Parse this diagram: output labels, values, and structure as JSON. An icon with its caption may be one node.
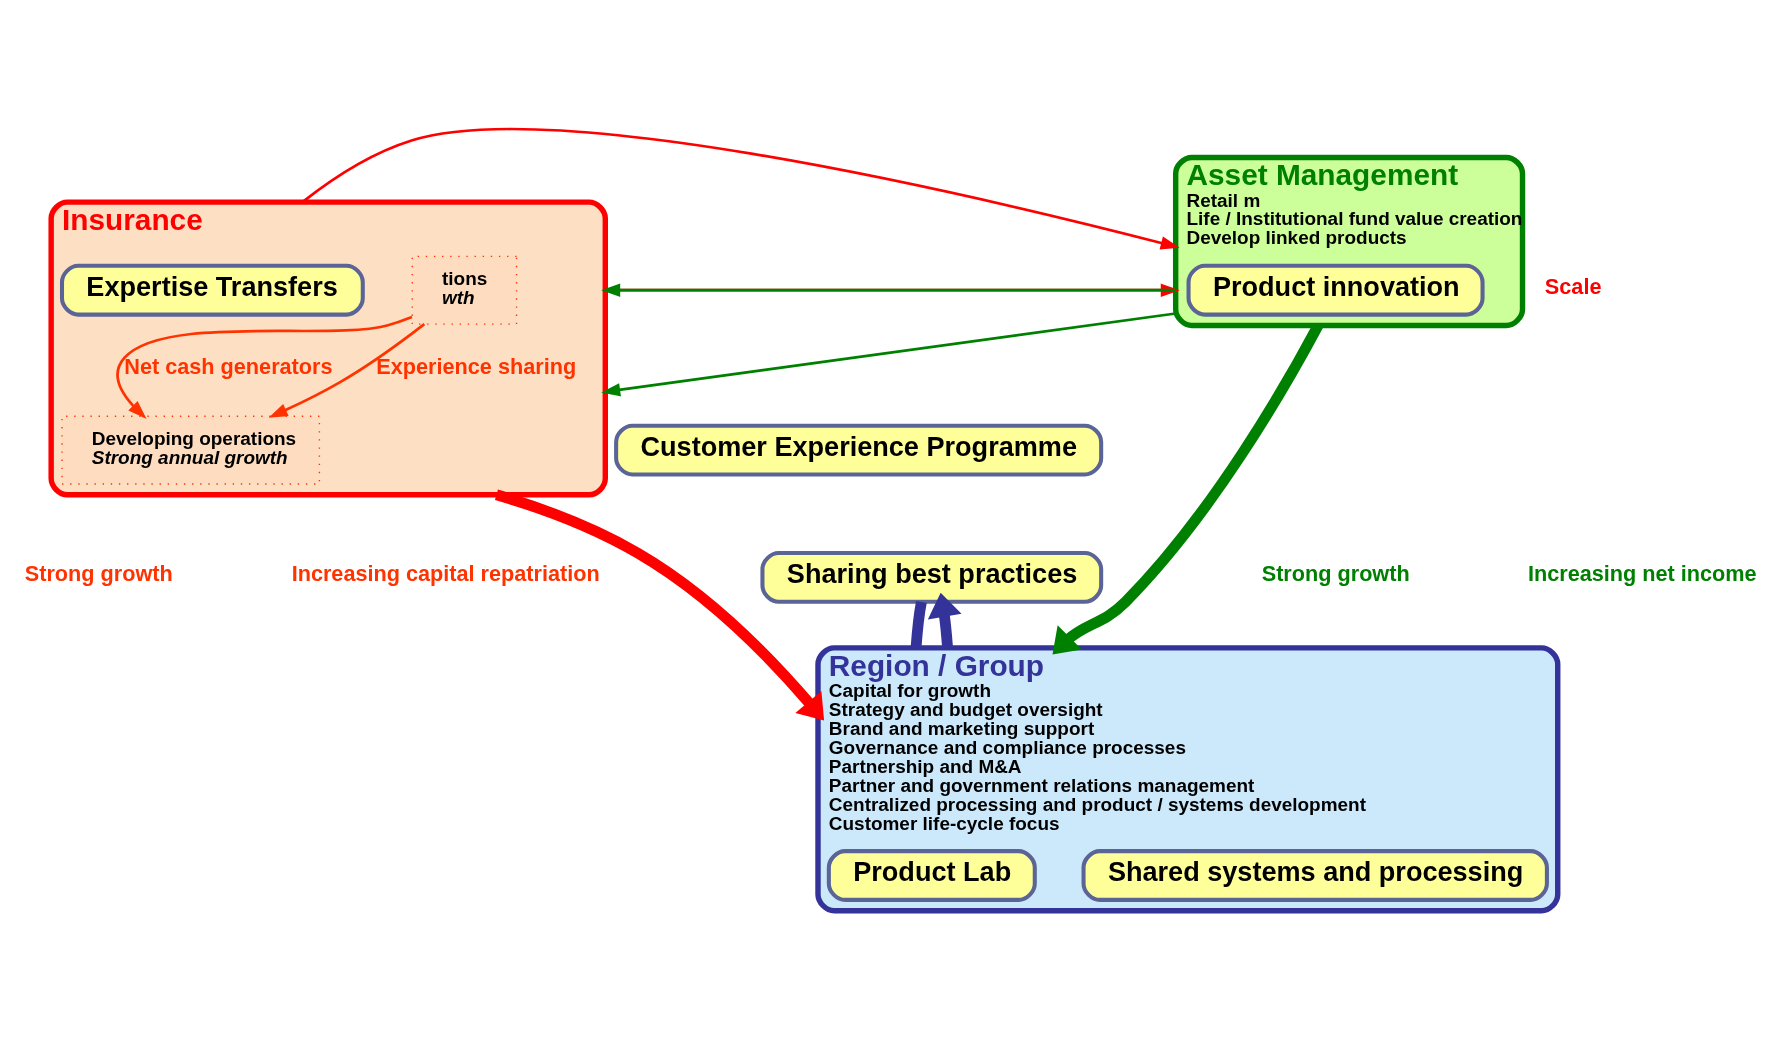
{
  "diagram": {
    "nodes": [
      {
        "text": [
          "Insurance"
        ]
      },
      {
        "text": [
          "tions",
          "wth"
        ],
        "in": 0
      },
      {
        "text": [
          "Expertise Transfers"
        ],
        "in": 0
      },
      {
        "text": [
          "Developing operations",
          "Strong annual growth"
        ],
        "in": 0
      },
      {
        "text": [
          "Asset Management",
          "Retail m",
          "Life / Institutional fund value creation",
          "Develop linked products"
        ]
      },
      {
        "text": [
          "Product innovation"
        ],
        "in": 4
      },
      {
        "text": [
          "Customer Experience Programme"
        ]
      },
      {
        "text": [
          "Sharing best practices"
        ]
      },
      {
        "text": [
          "Region / Group",
          "Capital for growth",
          "Strategy and budget oversight",
          "Brand and marketing support",
          "Governance and compliance processes",
          "Partnership and M&A",
          "Partner and government relations management",
          "Centralized processing and product / systems development",
          "Customer life-cycle focus"
        ]
      },
      {
        "text": [
          "Product Lab"
        ],
        "in": 8
      },
      {
        "text": [
          "Shared systems and processing"
        ],
        "in": 8
      }
    ],
    "edges": [
      {
        "from": 0,
        "to": 4,
        "arrow": "to",
        "color": "#ff0000"
      },
      {
        "from": 0,
        "to": 4,
        "arrow": "to",
        "color": "#ff0000"
      },
      {
        "from": 4,
        "to": 0,
        "arrow": "to",
        "color": "#008000"
      },
      {
        "from": 1,
        "to": 3,
        "arrow": "to",
        "label": "Net cash generators",
        "color": "#ff3300"
      },
      {
        "from": 1,
        "to": 3,
        "arrow": "to",
        "label": "Experience sharing",
        "color": "#ff3300"
      },
      {
        "from": 4,
        "to": 0,
        "arrow": "to",
        "color": "#008000"
      },
      {
        "from": 0,
        "to": 8,
        "arrow": "to",
        "style": "thick",
        "color": "#ff0000"
      },
      {
        "from": 4,
        "to": 8,
        "arrow": "to",
        "style": "thick",
        "color": "#008000"
      },
      {
        "from": 8,
        "to": 7,
        "arrow": "none",
        "style": "thick",
        "color": "#333399"
      },
      {
        "from": 8,
        "to": 7,
        "arrow": "to",
        "style": "thick",
        "color": "#333399"
      }
    ],
    "labels": [
      "Scale",
      "Strong growth",
      "Increasing capital repatriation",
      "Strong growth",
      "Increasing net income"
    ]
  }
}
